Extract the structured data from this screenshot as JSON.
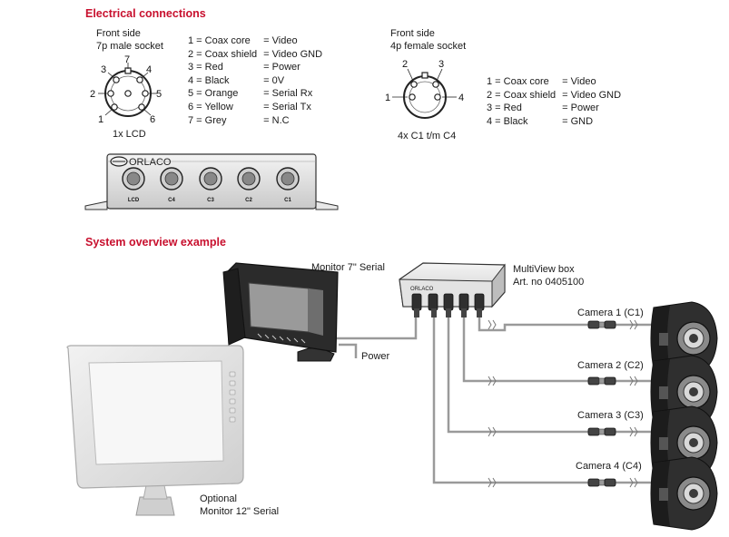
{
  "electrical": {
    "title": "Electrical connections",
    "male_socket": {
      "side": "Front side",
      "kind": "7p male socket",
      "caption": "1x LCD",
      "pin_numbers": [
        "1",
        "2",
        "3",
        "4",
        "5",
        "6",
        "7"
      ],
      "pins": [
        {
          "pin": "1 = Coax core",
          "signal": "= Video"
        },
        {
          "pin": "2 = Coax shield",
          "signal": "= Video GND"
        },
        {
          "pin": "3 = Red",
          "signal": "= Power"
        },
        {
          "pin": "4 = Black",
          "signal": "= 0V"
        },
        {
          "pin": "5 = Orange",
          "signal": "= Serial Rx"
        },
        {
          "pin": "6 = Yellow",
          "signal": "= Serial Tx"
        },
        {
          "pin": "7 = Grey",
          "signal": "= N.C"
        }
      ]
    },
    "female_socket": {
      "side": "Front side",
      "kind": "4p female socket",
      "caption": "4x C1 t/m C4",
      "pin_numbers": [
        "1",
        "2",
        "3",
        "4"
      ],
      "pins": [
        {
          "pin": "1 = Coax core",
          "signal": "= Video"
        },
        {
          "pin": "2 = Coax shield",
          "signal": "= Video GND"
        },
        {
          "pin": "3 = Red",
          "signal": "= Power"
        },
        {
          "pin": "4 = Black",
          "signal": "= GND"
        }
      ]
    },
    "box_panel": {
      "brand": "ORLACO",
      "ports": [
        "LCD",
        "C4",
        "C3",
        "C2",
        "C1"
      ]
    }
  },
  "overview": {
    "title": "System overview example",
    "monitor7": "Monitor 7\" Serial",
    "power": "Power",
    "multiview": {
      "line1": "MultiView box",
      "line2": "Art. no 0405100"
    },
    "monitor12": {
      "line1": "Optional",
      "line2": "Monitor 12\" Serial"
    },
    "cameras": [
      "Camera 1 (C1)",
      "Camera 2 (C2)",
      "Camera 3 (C3)",
      "Camera 4 (C4)"
    ],
    "colors": {
      "heading": "#c8102e",
      "device_dark": "#2b2b2b",
      "device_light": "#dcdcdc",
      "cable": "#9a9a9a"
    }
  }
}
